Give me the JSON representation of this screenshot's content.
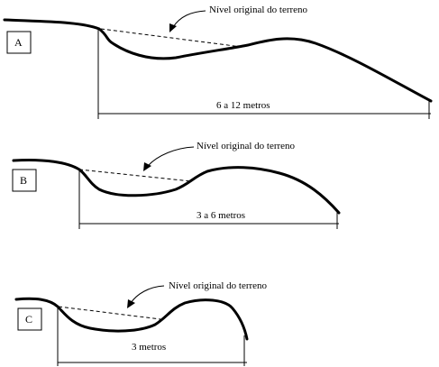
{
  "panels": [
    {
      "id": "A",
      "annotation": "Nível original do terreno",
      "dimension": "6 a 12 metros"
    },
    {
      "id": "B",
      "annotation": "Nível original do terreno",
      "dimension": "3 a 6 metros"
    },
    {
      "id": "C",
      "annotation": "Nível original do terreno",
      "dimension": "3 metros"
    }
  ]
}
